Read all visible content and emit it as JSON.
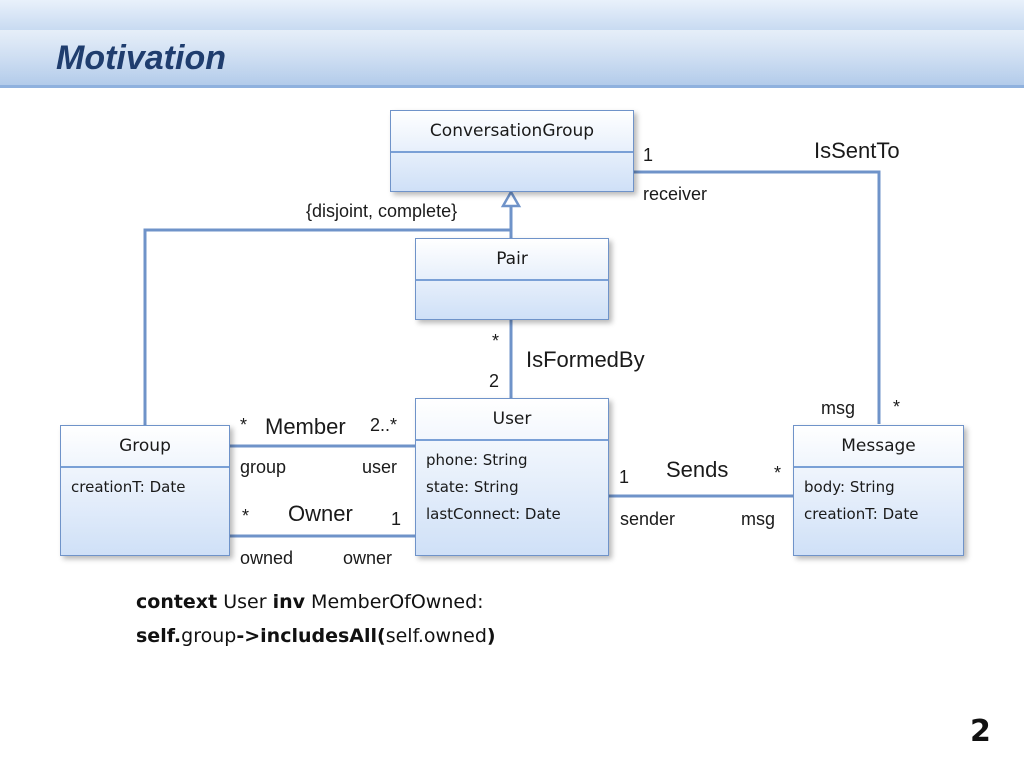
{
  "slide": {
    "title": "Motivation",
    "page_number": "2"
  },
  "classes": {
    "conversation_group": {
      "name": "ConversationGroup"
    },
    "pair": {
      "name": "Pair"
    },
    "group": {
      "name": "Group",
      "attributes": [
        "creationT: Date"
      ]
    },
    "user": {
      "name": "User",
      "attributes": [
        "phone: String",
        "state: String",
        "lastConnect: Date"
      ]
    },
    "message": {
      "name": "Message",
      "attributes": [
        "body: String",
        "creationT: Date"
      ]
    }
  },
  "generalization": {
    "constraint": "{disjoint, complete}"
  },
  "associations": {
    "is_sent_to": {
      "name": "IsSentTo",
      "mult_group": "1",
      "role_group": "receiver",
      "role_msg": "msg",
      "mult_msg": "*"
    },
    "is_formed_by": {
      "name": "IsFormedBy",
      "mult_pair": "*",
      "mult_user": "2"
    },
    "member": {
      "name": "Member",
      "mult_group": "*",
      "mult_user": "2..*",
      "role_group": "group",
      "role_user": "user"
    },
    "owner": {
      "name": "Owner",
      "mult_group": "*",
      "mult_user": "1",
      "role_group": "owned",
      "role_user": "owner"
    },
    "sends": {
      "name": "Sends",
      "mult_user": "1",
      "mult_msg": "*",
      "role_user": "sender",
      "role_msg": "msg"
    }
  },
  "ocl": {
    "line1": {
      "kw_context": "context",
      "type": "User",
      "kw_inv": "inv",
      "inv_name": "MemberOfOwned:"
    },
    "line2": {
      "self1": "self.",
      "nav1": "group",
      "op": "->includesAll(",
      "self2": "self.",
      "nav2": "owned",
      "close": ")"
    }
  }
}
